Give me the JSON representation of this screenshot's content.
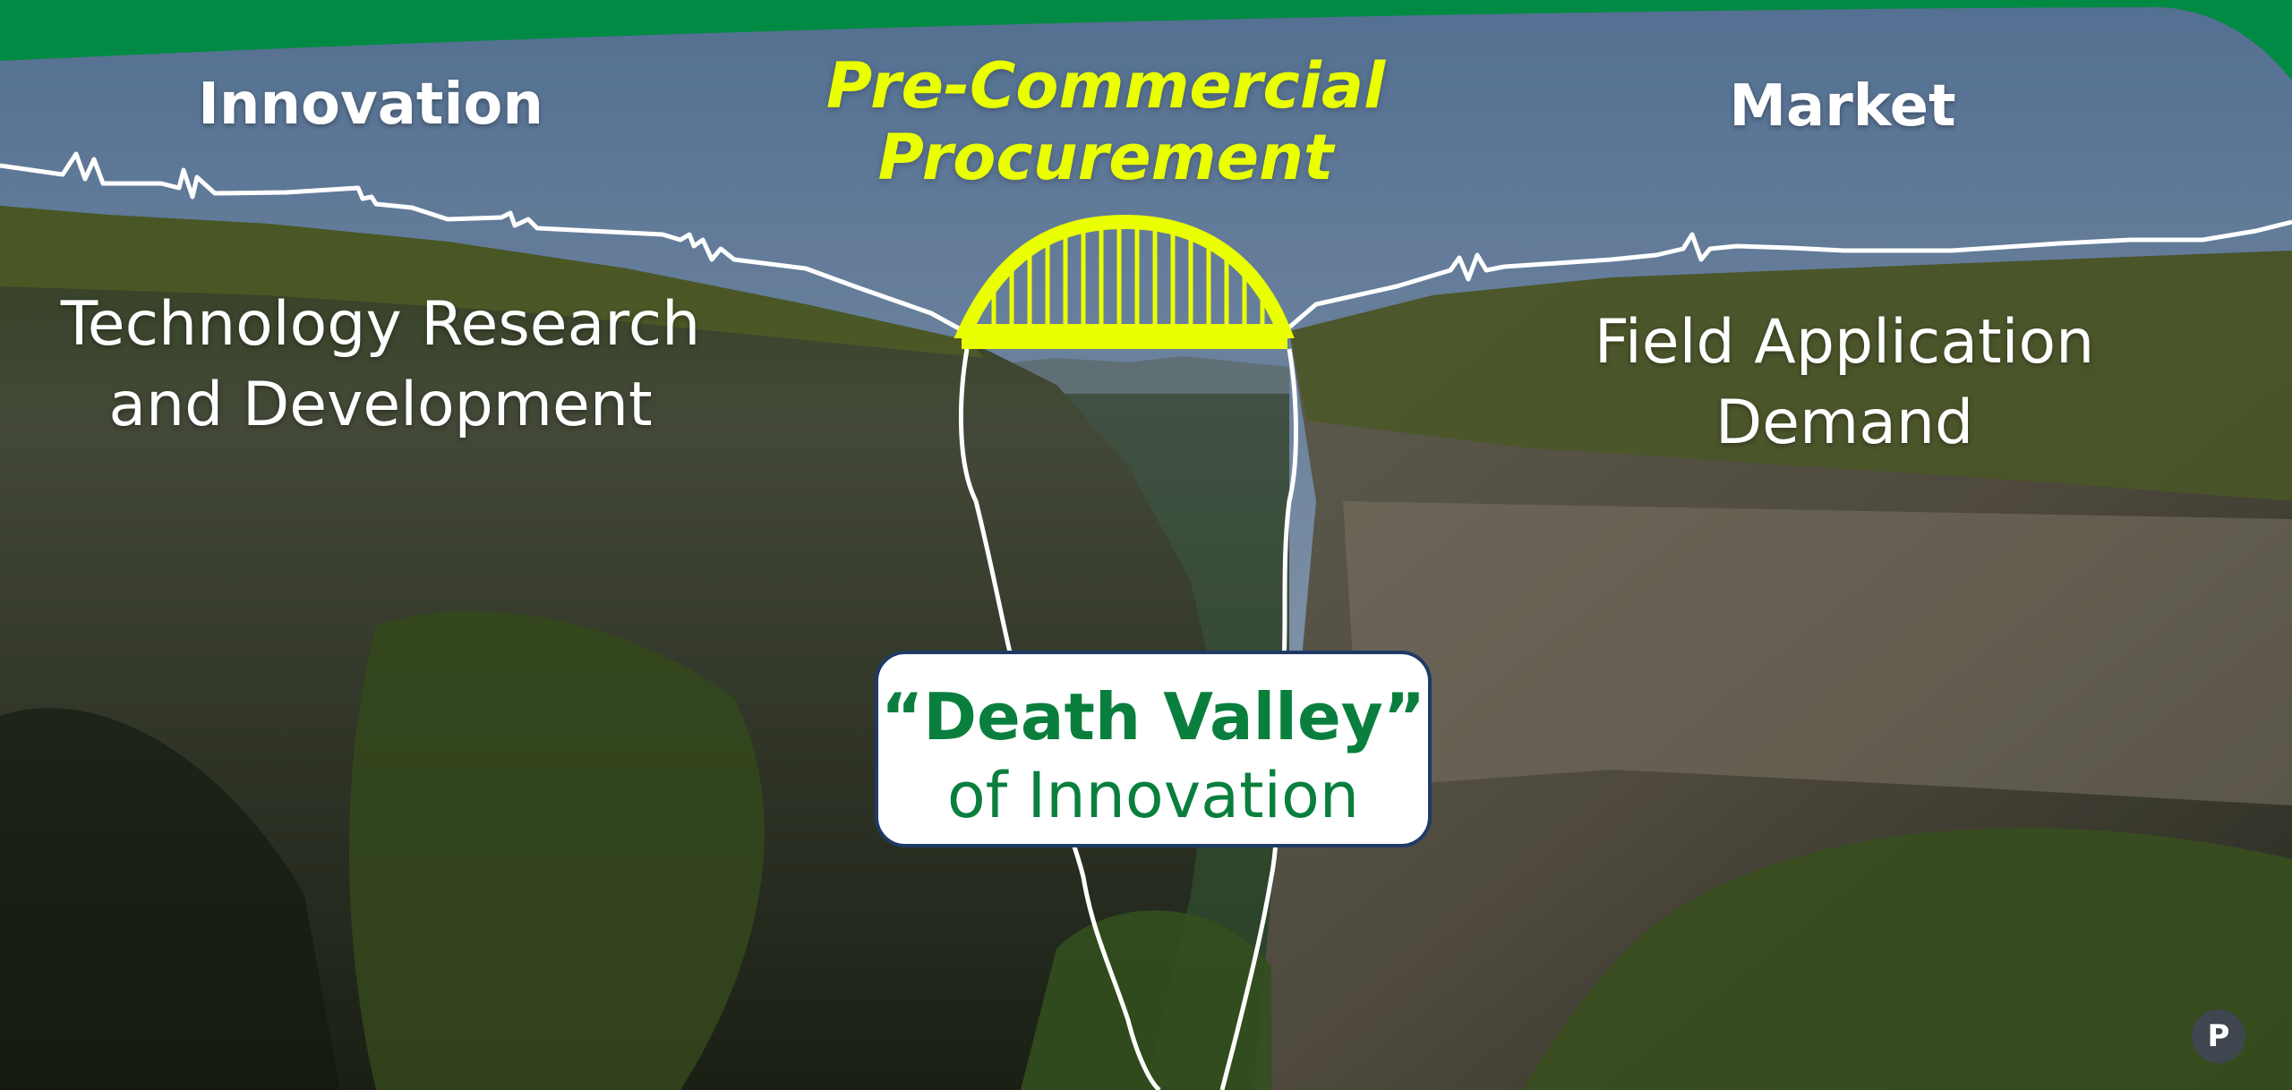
{
  "colors": {
    "banner_green": "#008a43",
    "bridge_yellow": "#eaff00",
    "box_border": "#1f3a66",
    "box_text_green": "#0a7f3d"
  },
  "left": {
    "heading": "Innovation",
    "line1": "Technology Research",
    "line2": "and Development"
  },
  "center": {
    "line1": "Pre-Commercial",
    "line2": "Procurement",
    "bridge_icon": "arch-bridge-icon"
  },
  "right": {
    "heading": "Market",
    "line1": "Field Application",
    "line2": "Demand"
  },
  "valley_box": {
    "title": "“Death Valley”",
    "subtitle": "of Innovation"
  },
  "badge": {
    "letter": "P"
  }
}
